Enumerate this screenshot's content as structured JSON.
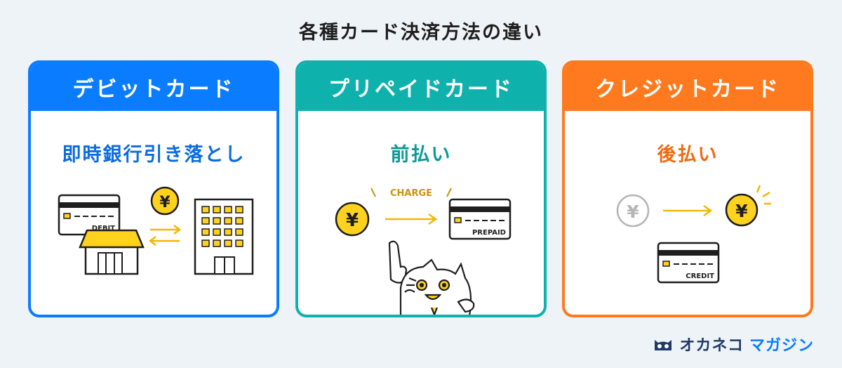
{
  "title": "各種カード決済方法の違い",
  "cards": [
    {
      "heading": "デビットカード",
      "subtitle": "即時銀行引き落とし",
      "card_label": "DEBIT",
      "color": "#0a7cff"
    },
    {
      "heading": "プリペイドカード",
      "subtitle": "前払い",
      "card_label": "PREPAID",
      "charge_label": "CHARGE",
      "color": "#0fb1ac"
    },
    {
      "heading": "クレジットカード",
      "subtitle": "後払い",
      "card_label": "CREDIT",
      "color": "#ff7a1e"
    }
  ],
  "yen_symbol": "¥",
  "brand": {
    "part1": "オカネコ",
    "part2": "マガジン",
    "icon": "cat-logo-icon"
  },
  "colors": {
    "coin": "#ffd21e",
    "outline": "#1e1e1e",
    "background": "#eef3f8"
  }
}
